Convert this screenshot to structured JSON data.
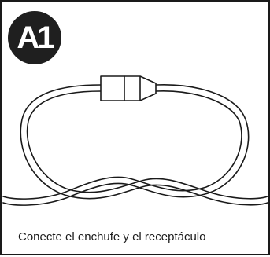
{
  "badge": {
    "label": "A1",
    "background": "#1f1f1f",
    "text_color": "#ffffff"
  },
  "caption": "Conecte el enchufe y el receptáculo",
  "diagram_elements": {
    "cable": "power-cord-loop",
    "connector": "plug-and-receptacle"
  },
  "colors": {
    "line": "#1a1a1a",
    "background": "#ffffff"
  }
}
